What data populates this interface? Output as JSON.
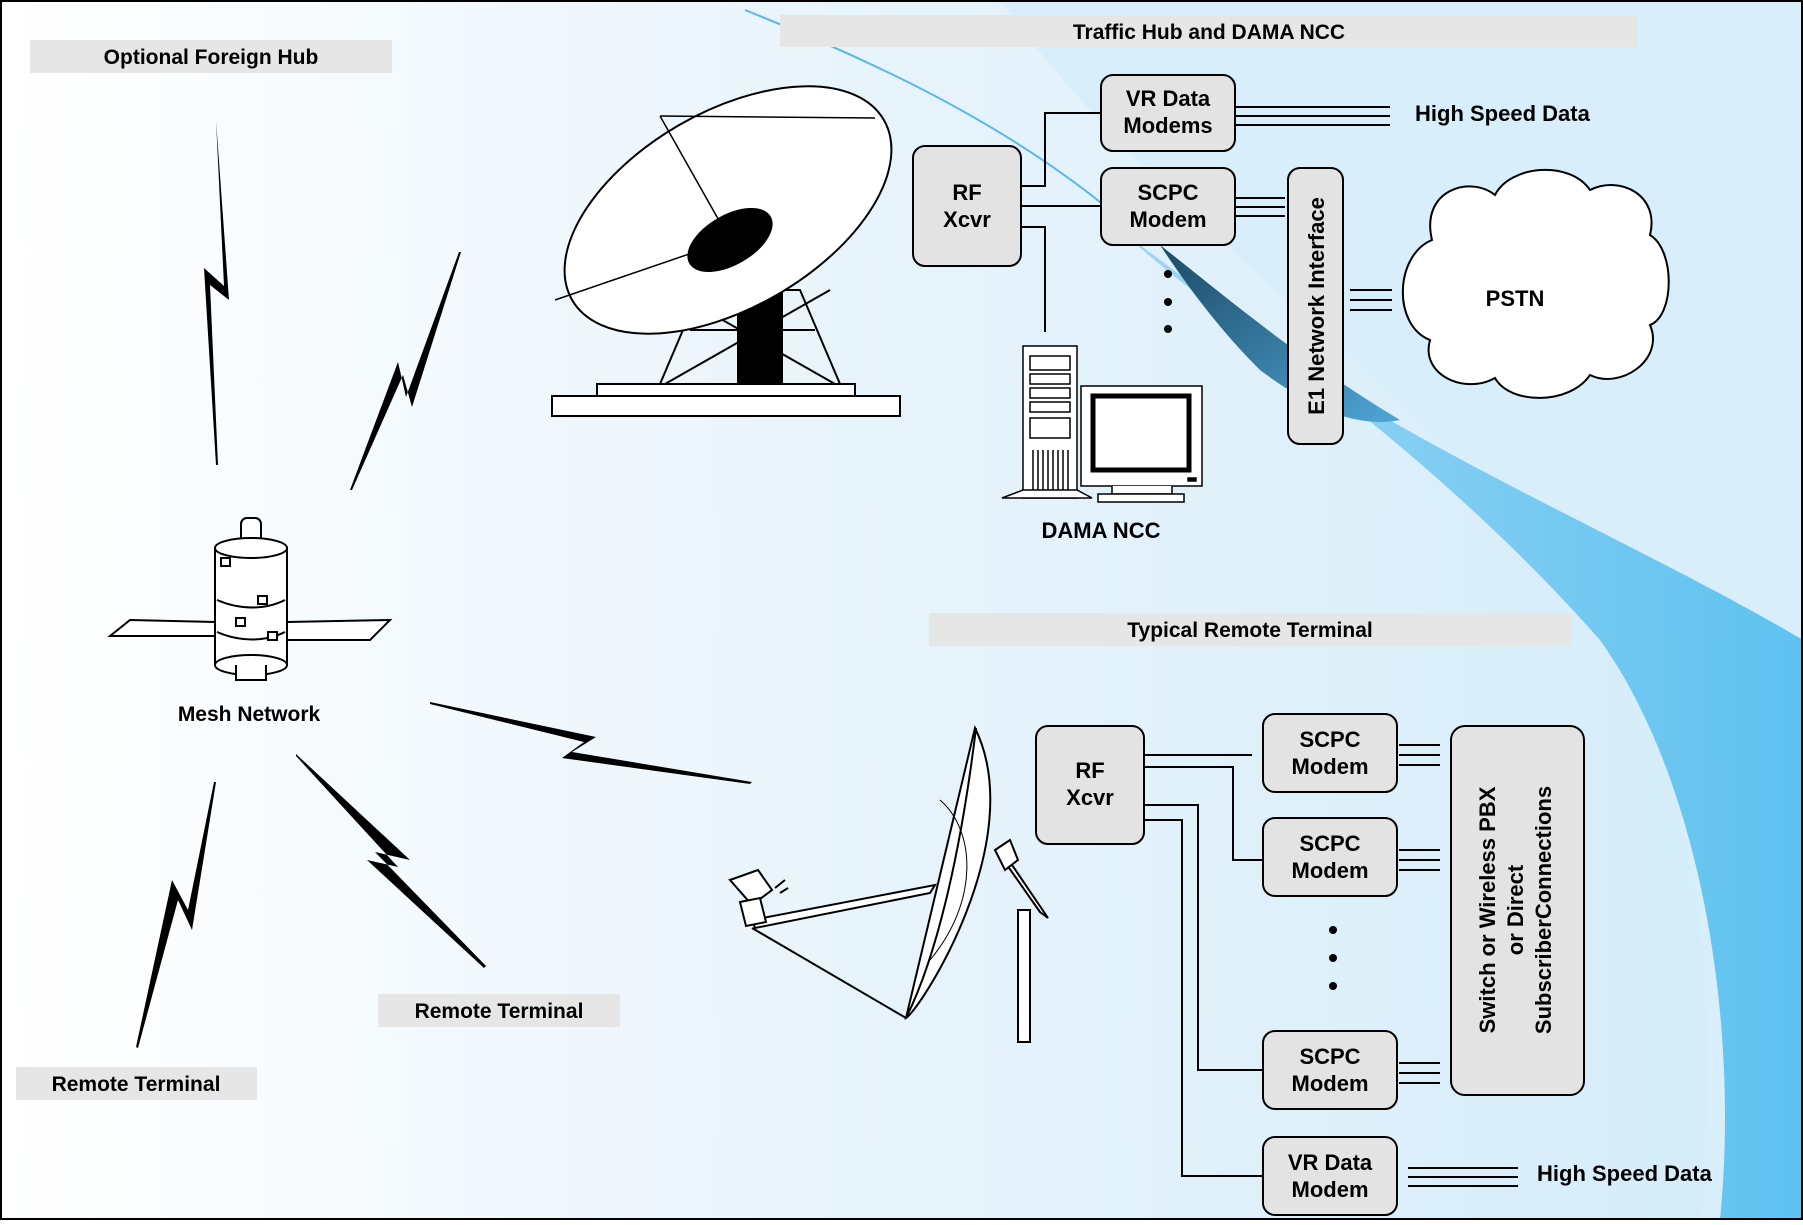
{
  "titles": {
    "optional_foreign_hub": "Optional Foreign Hub",
    "traffic_hub": "Traffic Hub and DAMA NCC",
    "typical_remote": "Typical Remote Terminal",
    "remote_terminal_left": "Remote Terminal",
    "remote_terminal_mid": "Remote Terminal"
  },
  "satellite": {
    "label": "Mesh Network"
  },
  "hub": {
    "rf_xcvr": [
      "RF",
      "Xcvr"
    ],
    "vr_data_modems": [
      "VR Data",
      "Modems"
    ],
    "high_speed_data": "High Speed Data",
    "scpc_modem": [
      "SCPC",
      "Modem"
    ],
    "e1_interface": "E1 Network Interface",
    "pstn": "PSTN",
    "dama_ncc": "DAMA NCC"
  },
  "remote": {
    "rf_xcvr": [
      "RF",
      "Xcvr"
    ],
    "scpc_modem_1": [
      "SCPC",
      "Modem"
    ],
    "scpc_modem_2": [
      "SCPC",
      "Modem"
    ],
    "scpc_modem_3": [
      "SCPC",
      "Modem"
    ],
    "vr_data_modem": [
      "VR Data",
      "Modem"
    ],
    "high_speed_data": "High Speed Data",
    "switch": [
      "Switch or Wireless PBX",
      "or Direct",
      "SubscriberConnections"
    ]
  },
  "colors": {
    "box_fill": "#e3e3e3",
    "title_bar": "#e6e6e6",
    "swoosh_light": "#cfe9f9",
    "swoosh_mid": "#7fc6ee",
    "swoosh_dark": "#2e6f95"
  }
}
